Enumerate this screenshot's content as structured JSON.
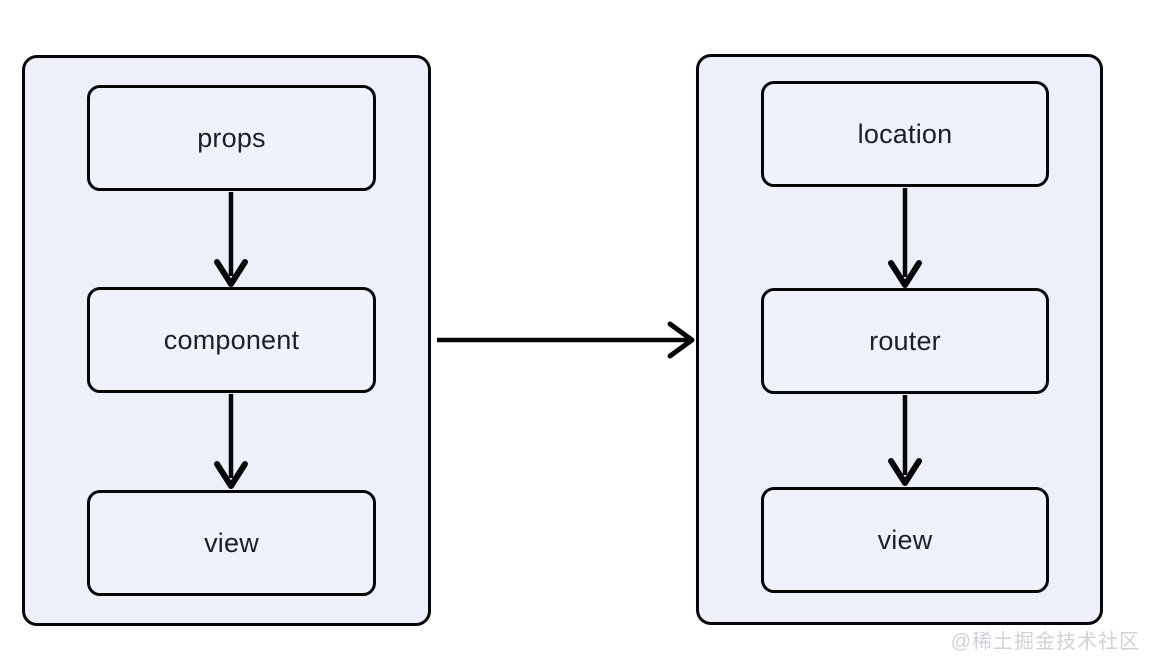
{
  "diagram": {
    "title": "props-driven component flow vs location-driven router flow",
    "background_color": "#ffffff",
    "group_fill": "#edf0f8",
    "node_fill": "#eff2f9",
    "stroke_color": "#07070a",
    "text_color": "#1c1f26",
    "groups": [
      {
        "id": "left",
        "name": "component-flow-group",
        "nodes": [
          {
            "id": "props",
            "label": "props"
          },
          {
            "id": "component",
            "label": "component"
          },
          {
            "id": "view",
            "label": "view"
          }
        ],
        "edges": [
          {
            "from": "props",
            "to": "component",
            "direction": "down"
          },
          {
            "from": "component",
            "to": "view",
            "direction": "down"
          }
        ]
      },
      {
        "id": "right",
        "name": "router-flow-group",
        "nodes": [
          {
            "id": "location",
            "label": "location"
          },
          {
            "id": "router",
            "label": "router"
          },
          {
            "id": "view",
            "label": "view"
          }
        ],
        "edges": [
          {
            "from": "location",
            "to": "router",
            "direction": "down"
          },
          {
            "from": "router",
            "to": "view",
            "direction": "down"
          }
        ]
      }
    ],
    "cross_edges": [
      {
        "from": "left-group",
        "to": "right-group",
        "direction": "right",
        "label": ""
      }
    ]
  },
  "watermark": {
    "text": "@稀土掘金技术社区"
  }
}
